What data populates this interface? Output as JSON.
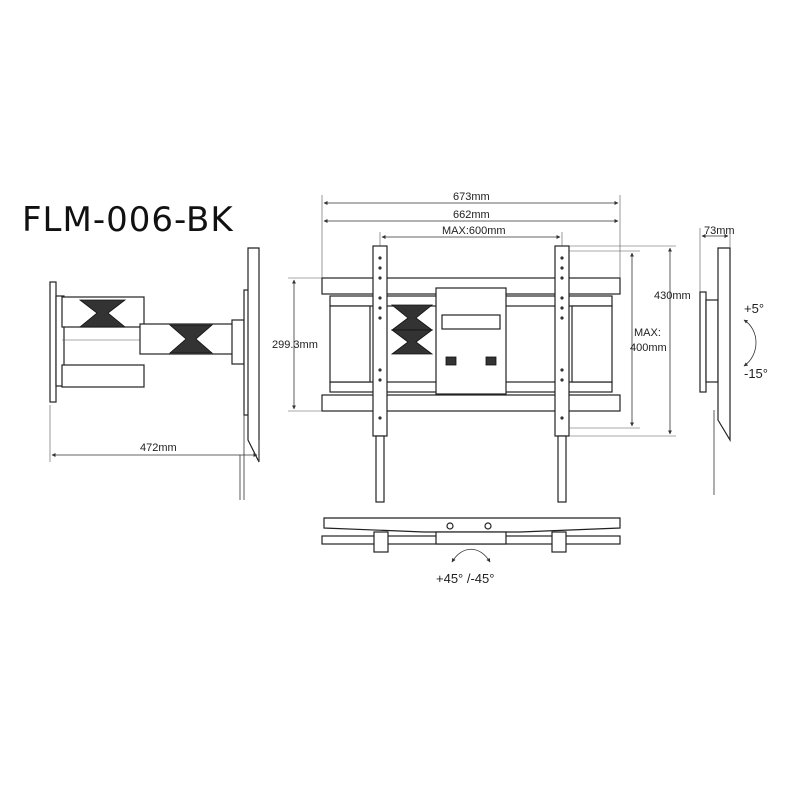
{
  "title": "FLM-006-BK",
  "dimensions": {
    "extended_depth": "472mm",
    "overall_width": "673mm",
    "inner_width": "662mm",
    "vesa_width": "MAX:600mm",
    "plate_height": "299.3mm",
    "arm_height": "430mm",
    "vesa_height_label": "MAX:",
    "vesa_height_value": "400mm",
    "min_depth": "73mm"
  },
  "angles": {
    "tilt_up": "+5°",
    "tilt_down": "-15°",
    "swivel": "+45° /-45°"
  },
  "colors": {
    "line": "#222222",
    "accent": "#333333"
  }
}
